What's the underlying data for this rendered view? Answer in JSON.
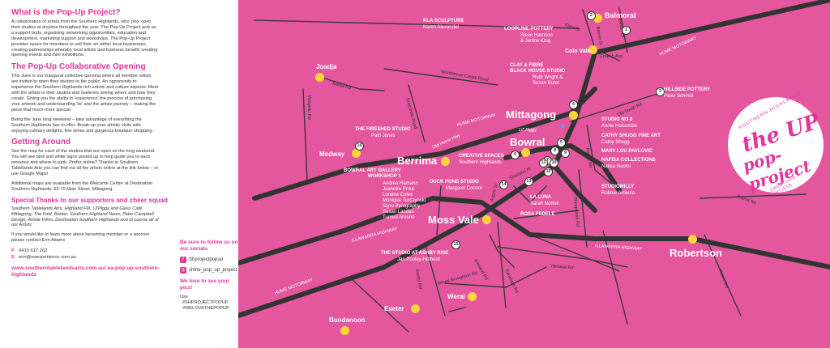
{
  "intro": {
    "h1": "What is the Pop-Up Project?",
    "p1": "A collaboration of artists from the Southern Highlands, who 'pop' open their studios at anytime throughout the year. The Pop-Up Project acts as a support body, organising networking opportunities, education and development, marketing support and workshops. The Pop-Up Project provides space for members to sell their art within local businesses, creating partnerships whereby local artists and business benefit; creating opening events and mini exhibitions.",
    "h2": "The Pop-Up Collaborative Opening",
    "p2": "This June is our inaugural collective opening where all member artists are invited to open their studios to the public. An opportunity to experience the Southern Highlands rich artistic and culture aspects. Meet with the artists in their studios and Galleries seeing where and how they create. Giving you the ability to 'experience' the process of purchasing your artwork and understanding 'its' and the artists journey – making the piece that much more special.",
    "p3": "Being the June long weekend – take advantage of everything the Southern Highlands has to offer. Break-up your artistic visits with enjoying culinary delights, fine wines and gorgeous boutique shopping.",
    "h3": "Getting Around",
    "p4": "See the map for each of the studios that are open on the long weekend. You will see pink and white signs posted up to help guide you to each entrance and where to park. Prefer online? Thanks to Southern Tablelands Arts you can find out all the artists online at the link below – or use Google Maps!",
    "p5": "Additional maps are available from the Welcome Centre at Destination Southern Highlands, 62-70 Main Street, Mittagong.",
    "h4": "Special Thanks to our supporters and cheer squad",
    "p6": "Southern Tablelands Arts, Highland FM, Lil'Piggy and Glass Café Mittagong, The Fold, Banter, Southern Highland News, Peter Campbell Design, Artiste Films, Destination Southern Highlands and of course all of our Artists.",
    "p7": "If you would like to learn more about becoming member or a sponsor please contact Erin Adams",
    "phone_label": "P",
    "phone": "0410 617 262",
    "email_label": "E",
    "email": "erin@eaexperience.com.au",
    "url": "www.southerntablelandsarts.com.au/ ea-pop-up-southern-highlands"
  },
  "social": {
    "heading": "Be sure to follow us on our socials",
    "facebook_icon": "facebook-icon",
    "facebook": "Shprojectpopup",
    "instagram_icon": "instagram-icon",
    "instagram": "shthe_pop_up_project",
    "heading2": "We love to see your pics!",
    "use": "Use",
    "tags": "#SHPROJECTPOPUP\n#WELOVETHEPOPUP"
  },
  "logo": {
    "top": "SOUTHERN HIGHLANDS",
    "line1": "the UP",
    "line2": "pop-project",
    "bottom": "CREATIVES & ARTISTS"
  },
  "towns": [
    "Balmoral",
    "Colo Vale",
    "Joadja",
    "Mittagong",
    "Bowral",
    "Berrima",
    "Medway",
    "Moss Vale",
    "Robertson",
    "Exeter",
    "Werai",
    "Bundanoon"
  ],
  "studios": [
    {
      "n": "1",
      "name": "LOOPLINE POTTERY",
      "artist": "Steve Harrison\n& Janine King"
    },
    {
      "n": "2",
      "name": "KLA SCULPTURE",
      "artist": "Karen Alexander"
    },
    {
      "n": "3",
      "name": "HILLSIDE POTTERY",
      "artist": "Peter Schmid"
    },
    {
      "n": "4",
      "name": "CLAY & FIBRE\nBLACK HOUSE STUDIO",
      "artist": "Ruth Wright &\nSusan Buret"
    },
    {
      "n": "5",
      "name": "STUDIO NO 8",
      "artist": "Annie Holcombe"
    },
    {
      "n": "6",
      "name": "CREATIVE SPACES",
      "artist": "Southern Highlands"
    },
    {
      "n": "7",
      "name": "CATHY SHUGG FINE ART",
      "artist": "Cathy Shugg"
    },
    {
      "n": "8",
      "name": "MARY LOU PAVLOVIC",
      "artist": ""
    },
    {
      "n": "9",
      "name": "NAFISA COLLECTIONS",
      "artist": "Nafisa Naomi"
    },
    {
      "n": "10",
      "name": "STUDIOMILLY",
      "artist": "Robbie Arrieula"
    },
    {
      "n": "11",
      "name": "BOWRAL ART GALLERY\nWORKSHOP 1",
      "artist": "Andrea Hamann\nJeanette Prout\nLoraine Coles\nMonique Turczynski\nStyro Pyrography\nSusan Landau\nTurned Around"
    },
    {
      "n": "12",
      "name": "LA LUNA",
      "artist": "Sarah Norton"
    },
    {
      "n": "13",
      "name": "ROSA FEDELE",
      "artist": ""
    },
    {
      "n": "14",
      "name": "DUCK POND STUDIO",
      "artist": "Margaret Connor"
    },
    {
      "n": "15",
      "name": "THE STUDIO AT ASHBY RISE",
      "artist": "Jan Pooley-Hibberd"
    },
    {
      "n": "16",
      "name": "THE FIRESHED STUDIO",
      "artist": "Patti Jones"
    }
  ],
  "roads": {
    "flora": "Flora St",
    "wilson": "Wilson Dr",
    "bessie": "Bessie St",
    "church": "Church Ave",
    "hume1": "HUME MOTORWAY",
    "hume2": "HUME MOTORWAY",
    "hume3": "HUME MOTORWAY",
    "joadja": "Joadja Rd",
    "wombeyan": "Wombeyan Caves Road",
    "greenhills": "Greenhills Road",
    "oldsouth": "Old South Rd",
    "oldhume": "Old Hume Hwy",
    "range": "Range Rd",
    "illawarra1": "ILLAWARRA HIGHWAY",
    "illawarra2": "ILLAWARRA HIGHWAY",
    "tourist": "Tourist Rd",
    "sheepwash": "Sheepwash Rd",
    "argyle": "Argyle St",
    "yarrawa": "Yarrawa Rd",
    "nowra": "Nowra Rd",
    "exeter": "Exeter Rd",
    "mtbroughton": "Mount Broughton Rd",
    "ranelagh": "Ranelagh Rd",
    "kirkland": "Kirkland Rd",
    "lil": "Lil' Piggy",
    "wingello": "Wingello Rd",
    "sheddon": "Sheddon Pl"
  }
}
